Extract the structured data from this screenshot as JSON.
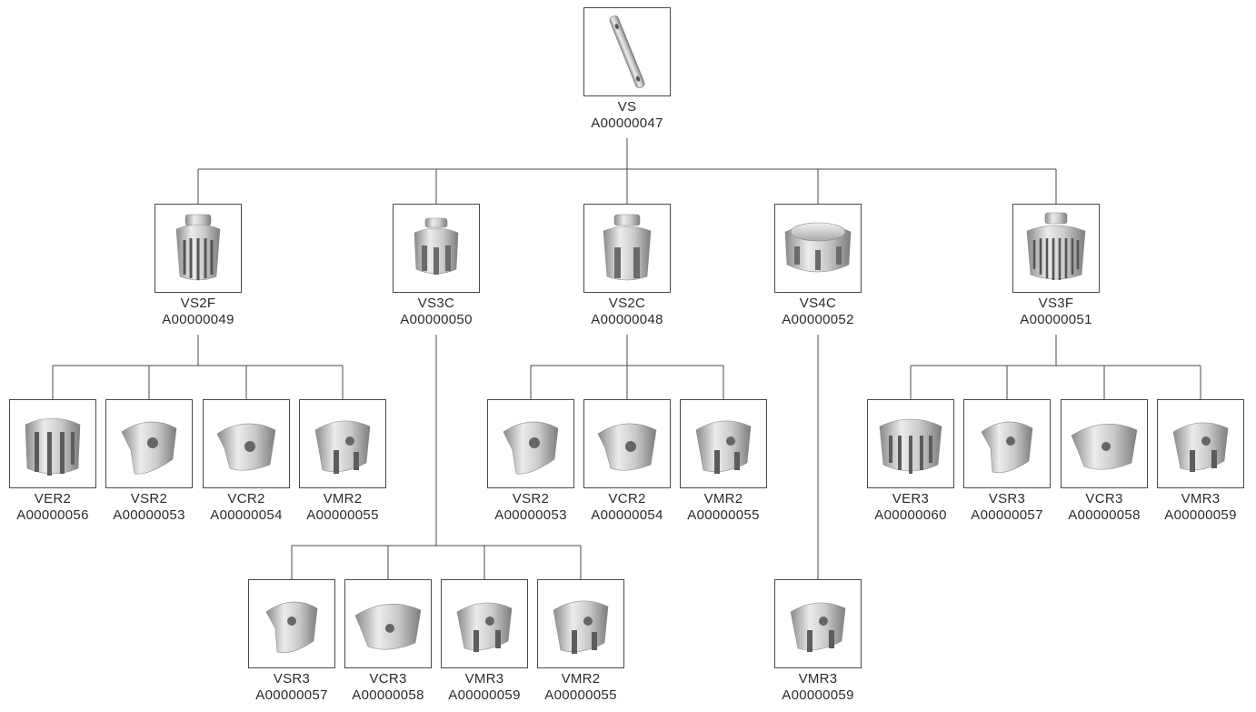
{
  "root": {
    "name": "VS",
    "code": "A00000047",
    "icon": "rod-part-icon"
  },
  "level1": [
    {
      "name": "VS2F",
      "code": "A00000049",
      "icon": "finned-cup-part-icon"
    },
    {
      "name": "VS3C",
      "code": "A00000050",
      "icon": "crown-cup-part-icon"
    },
    {
      "name": "VS2C",
      "code": "A00000048",
      "icon": "crown-cup-part-icon"
    },
    {
      "name": "VS4C",
      "code": "A00000052",
      "icon": "open-crown-part-icon"
    },
    {
      "name": "VS3F",
      "code": "A00000051",
      "icon": "finned-cup-part-icon"
    }
  ],
  "vs2f_children": [
    {
      "name": "VER2",
      "code": "A00000056",
      "icon": "slotted-clamp-part-icon"
    },
    {
      "name": "VSR2",
      "code": "A00000053",
      "icon": "round-clamp-part-icon"
    },
    {
      "name": "VCR2",
      "code": "A00000054",
      "icon": "round-clamp-part-icon"
    },
    {
      "name": "VMR2",
      "code": "A00000055",
      "icon": "forked-clamp-part-icon"
    }
  ],
  "vs3c_children": [
    {
      "name": "VSR3",
      "code": "A00000057",
      "icon": "round-clamp-part-icon"
    },
    {
      "name": "VCR3",
      "code": "A00000058",
      "icon": "round-clamp-part-icon"
    },
    {
      "name": "VMR3",
      "code": "A00000059",
      "icon": "forked-clamp-part-icon"
    },
    {
      "name": "VMR2",
      "code": "A00000055",
      "icon": "forked-clamp-part-icon"
    }
  ],
  "vs2c_children": [
    {
      "name": "VSR2",
      "code": "A00000053",
      "icon": "round-clamp-part-icon"
    },
    {
      "name": "VCR2",
      "code": "A00000054",
      "icon": "round-clamp-part-icon"
    },
    {
      "name": "VMR2",
      "code": "A00000055",
      "icon": "forked-clamp-part-icon"
    }
  ],
  "vs4c_children": [
    {
      "name": "VMR3",
      "code": "A00000059",
      "icon": "forked-clamp-part-icon"
    }
  ],
  "vs3f_children": [
    {
      "name": "VER3",
      "code": "A00000060",
      "icon": "slotted-clamp-part-icon"
    },
    {
      "name": "VSR3",
      "code": "A00000057",
      "icon": "round-clamp-part-icon"
    },
    {
      "name": "VCR3",
      "code": "A00000058",
      "icon": "round-clamp-part-icon"
    },
    {
      "name": "VMR3",
      "code": "A00000059",
      "icon": "forked-clamp-part-icon"
    }
  ],
  "colors": {
    "line": "#4a4a4a",
    "metal_light": "#e6e6e6",
    "metal_mid": "#b8b8b8",
    "metal_dark": "#7a7a7a"
  }
}
